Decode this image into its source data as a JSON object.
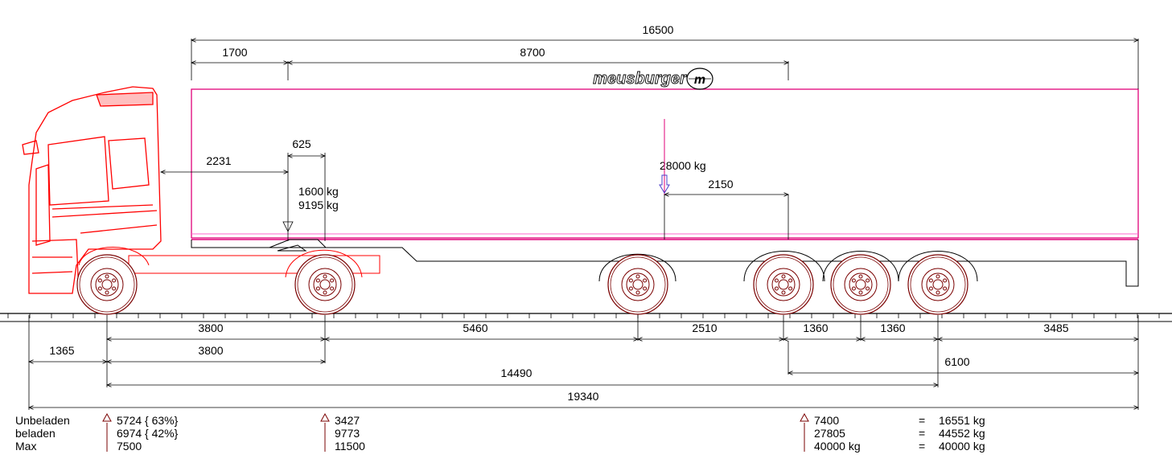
{
  "brand": "meusburger",
  "brand_mark": "m",
  "colors": {
    "truck": "#ff0000",
    "trailer": "#e0007a",
    "trailer_line": "#ff66cc",
    "chassis": "#000000",
    "axle_arrow": "#7a0000",
    "load_arrow": "#4b3cc8",
    "ground": "#000000"
  },
  "dimensions": {
    "overall_trailer": "16500",
    "kingpin_offset": "1700",
    "kingpin_to_load_ref": "8700",
    "cab_to_kingpin": "2231",
    "fifth_wheel_offset": "625",
    "load_to_bogie": "2150",
    "front_overhang": "1365",
    "tractor_wheelbase": "3800",
    "tractor_wheelbase_2": "3800",
    "drive_to_lift": "5460",
    "lift_to_bogie": "2510",
    "bogie_spacing_1": "1360",
    "bogie_spacing_2": "1360",
    "rear_overhang": "3485",
    "bogie_to_rear": "6100",
    "front_axle_to_bogie": "14490",
    "overall_length": "19340"
  },
  "loads": {
    "fifth_wheel_load": "1600 kg",
    "fifth_wheel_max": "9195 kg",
    "payload": "28000 kg"
  },
  "axle_table": {
    "row_labels": [
      "Unbeladen",
      "beladen",
      "Max"
    ],
    "front_axle": [
      "5724 { 63%}",
      "6974 { 42%}",
      "7500"
    ],
    "drive_axle": [
      "3427",
      "9773",
      "11500"
    ],
    "trailer_axles": [
      "7400",
      "27805",
      "40000 kg"
    ],
    "equals": [
      "=",
      "=",
      "="
    ],
    "totals": [
      "16551 kg",
      "44552 kg",
      "40000 kg"
    ]
  }
}
